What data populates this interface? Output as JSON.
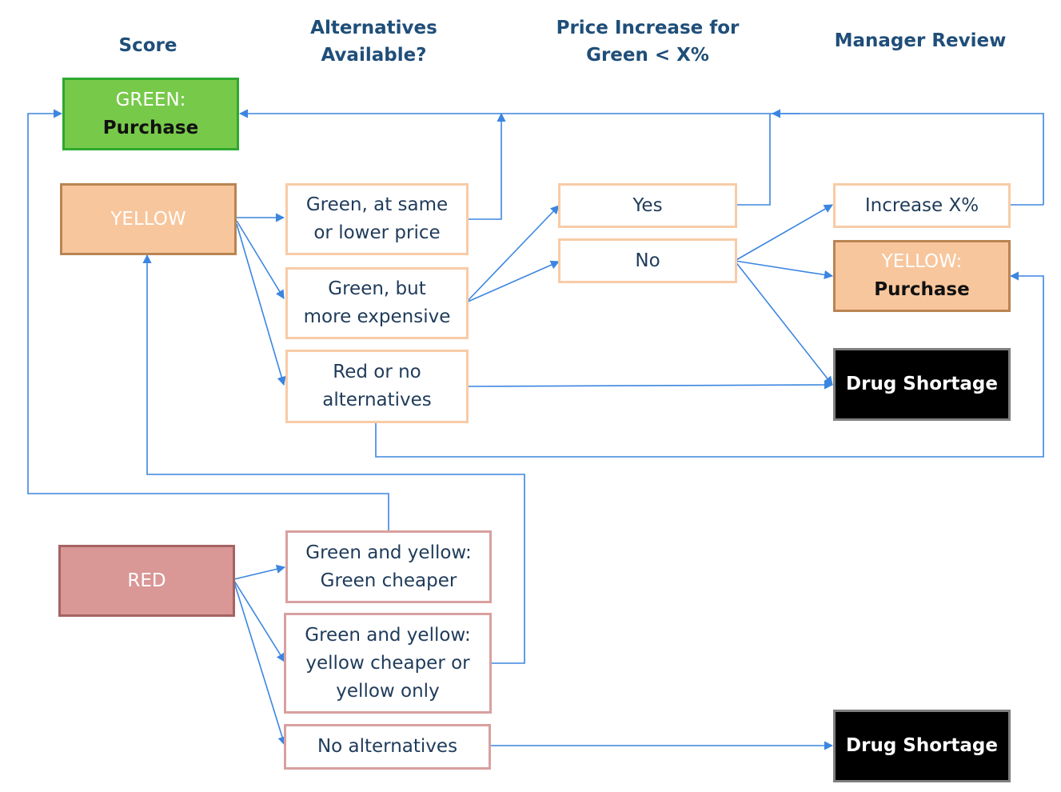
{
  "headers": {
    "score": "Score",
    "alternatives_1": "Alternatives",
    "alternatives_2": "Available?",
    "price_1": "Price Increase for",
    "price_2": "Green < X%",
    "manager": "Manager Review"
  },
  "boxes": {
    "green_purchase": {
      "line1": "GREEN:",
      "line2": "Purchase"
    },
    "yellow": {
      "line1": "YELLOW"
    },
    "green_same_price": {
      "line1": "Green, at same",
      "line2": "or lower price"
    },
    "green_more_expensive": {
      "line1": "Green, but",
      "line2": "more expensive"
    },
    "red_or_no_alt": {
      "line1": "Red or no",
      "line2": "alternatives"
    },
    "yes": {
      "line1": "Yes"
    },
    "no": {
      "line1": "No"
    },
    "increase": {
      "line1": "Increase X%"
    },
    "yellow_purchase": {
      "line1": "YELLOW:",
      "line2": "Purchase"
    },
    "drug_shortage_1": {
      "line1": "Drug Shortage"
    },
    "red": {
      "line1": "RED"
    },
    "green_yellow_green_cheaper": {
      "line1": "Green and yellow:",
      "line2": "Green cheaper"
    },
    "green_yellow_yellow_cheaper": {
      "line1": "Green and yellow:",
      "line2": "yellow cheaper or",
      "line3": "yellow only"
    },
    "no_alternatives": {
      "line1": "No alternatives"
    },
    "drug_shortage_2": {
      "line1": "Drug Shortage"
    }
  },
  "colors": {
    "arrow": "#3b86e0",
    "header_text": "#1f4e79",
    "green_fill": "#77c94a",
    "yellow_fill": "#f8c69c",
    "red_fill": "#d99795",
    "black_fill": "#000000"
  }
}
